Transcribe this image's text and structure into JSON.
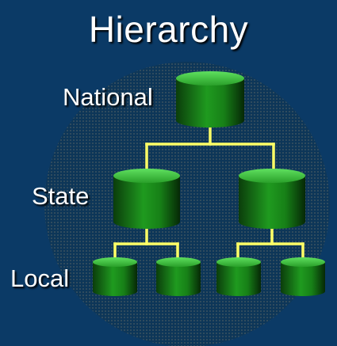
{
  "title": "Hierarchy",
  "levels": {
    "national": "National",
    "state": "State",
    "local": "Local"
  },
  "colors": {
    "background": "#0b3a66",
    "dots": "#2b4658",
    "connector": "#ffff66",
    "cylinder_fill": "#1e9a1e",
    "cylinder_dark": "#0a3a0a",
    "cylinder_top": "#44d044"
  }
}
